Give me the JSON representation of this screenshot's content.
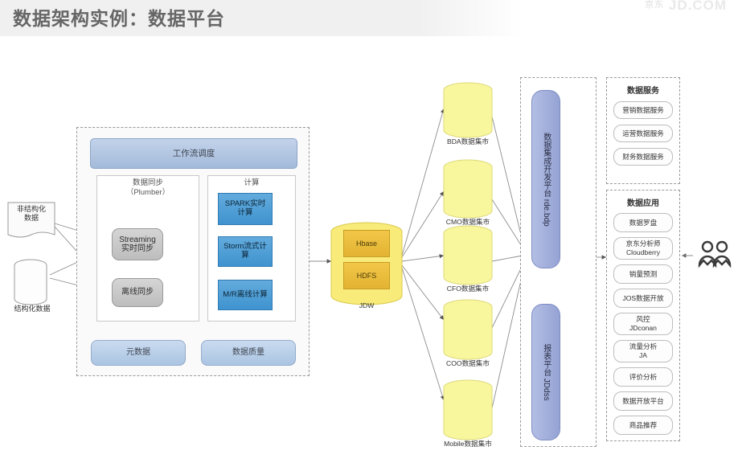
{
  "header": {
    "title": "数据架构实例：数据平台",
    "watermark_cn": "京东",
    "watermark": "JD.COM"
  },
  "sources": {
    "unstructured": "非结构化\n数据",
    "unstructured_line1": "非结构化",
    "unstructured_line2": "数据",
    "structured": "结构化数据"
  },
  "platform": {
    "workflow": "工作流调度",
    "sync_group": {
      "title_line1": "数据同步",
      "title_line2": "（Plumber）",
      "nodes": [
        {
          "line1": "Streaming",
          "line2": "实时同步"
        },
        {
          "line1": "离线同步",
          "line2": ""
        }
      ]
    },
    "compute_group": {
      "title": "计算",
      "nodes": [
        {
          "line1": "SPARK实时",
          "line2": "计算"
        },
        {
          "line1": "Storm流式计",
          "line2": "算"
        },
        {
          "line1": "M/R离线计算",
          "line2": ""
        }
      ]
    },
    "footer_nodes": [
      "元数据",
      "数据质量"
    ]
  },
  "warehouse": {
    "label": "JDW",
    "inner": [
      "Hbase",
      "HDFS"
    ]
  },
  "marts": [
    {
      "label": "BDA数据集市"
    },
    {
      "label": "CMO数据集市"
    },
    {
      "label": "CFO数据集市"
    },
    {
      "label": "COO数据集市"
    },
    {
      "label": "Mobile数据集市"
    }
  ],
  "platforms": [
    {
      "name_cn": "数据集成开发平台",
      "name_en": "rde.bdp"
    },
    {
      "name_cn": "报表平台",
      "name_en": "JDdss"
    }
  ],
  "services": {
    "title": "数据服务",
    "items": [
      "营销数据服务",
      "运营数据服务",
      "财务数据服务"
    ]
  },
  "applications": {
    "title": "数据应用",
    "items": [
      {
        "line1": "数据罗盘",
        "line2": ""
      },
      {
        "line1": "京东分析师",
        "line2": "Cloudberry"
      },
      {
        "line1": "销量预测",
        "line2": ""
      },
      {
        "line1": "JOS数据开放",
        "line2": ""
      },
      {
        "line1": "风控",
        "line2": "JDconan"
      },
      {
        "line1": "流量分析",
        "line2": "JA"
      },
      {
        "line1": "评价分析",
        "line2": ""
      },
      {
        "line1": "数据开放平台",
        "line2": ""
      },
      {
        "line1": "商品推荐",
        "line2": ""
      }
    ]
  },
  "consumer": {
    "icon": "users-icon"
  },
  "colors": {
    "blue_compute": "#4a9ad4",
    "light_blue": "#aac0e0",
    "purple_platform": "#9aa8d6",
    "yellow_cylinder": "#f7f59a",
    "yellow_warehouse": "#f8e96b",
    "grey_node": "#c6c6c6",
    "title_grey": "#666666"
  }
}
